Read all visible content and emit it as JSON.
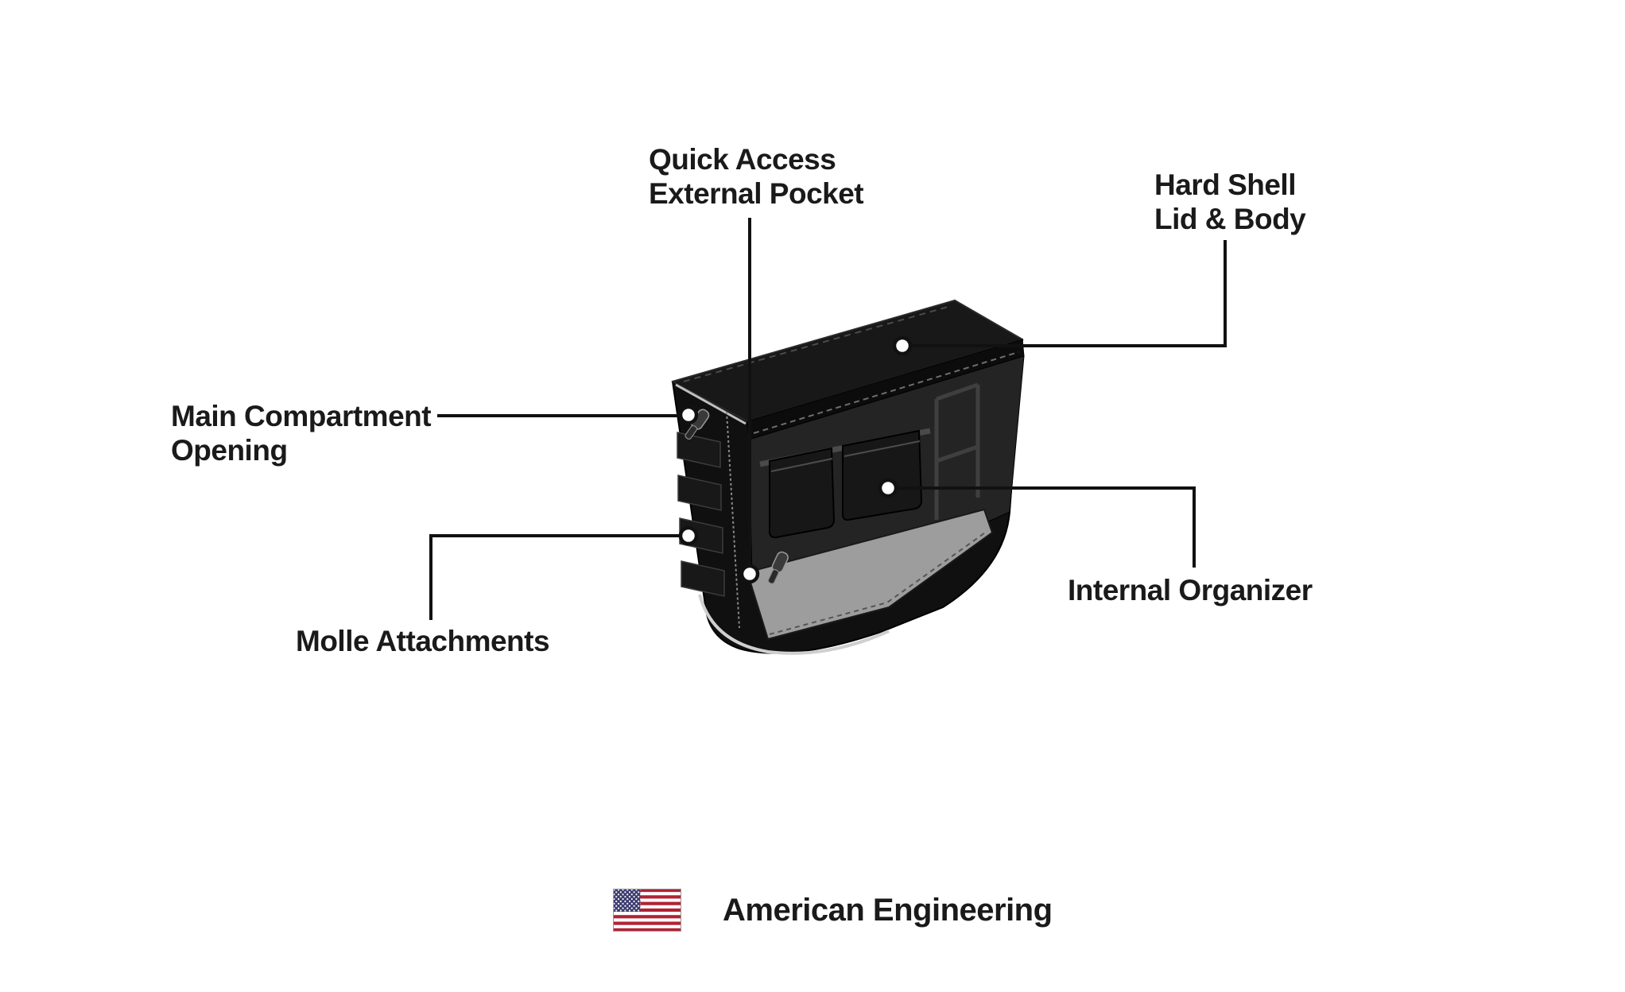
{
  "diagram": {
    "title": "Hard shell motorcycle bag feature callout diagram",
    "callouts": [
      {
        "id": "quick-access",
        "label_lines": [
          "Quick Access",
          "External Pocket"
        ]
      },
      {
        "id": "hard-shell",
        "label_lines": [
          "Hard Shell",
          "Lid & Body"
        ]
      },
      {
        "id": "main-compartment",
        "label_lines": [
          "Main Compartment",
          "Opening"
        ]
      },
      {
        "id": "molle",
        "label_lines": [
          "Molle Attachments"
        ]
      },
      {
        "id": "internal-organizer",
        "label_lines": [
          "Internal Organizer"
        ]
      }
    ],
    "footer": {
      "flag_icon": "us-flag-icon",
      "caption": "American Engineering"
    },
    "icons": [
      "us-flag-icon",
      "callout-point",
      "zipper-pull-icon"
    ],
    "colors": {
      "text": "#1a1a1a",
      "callout_line": "#111111",
      "callout_point_fill": "#ffffff",
      "bag_body": "#101010",
      "bag_lid": "#181818",
      "interior_wall": "#242424",
      "interior_floor": "#9d9d9d",
      "piping": "#cfcfcf",
      "flag_red": "#B22234",
      "flag_blue": "#3C3B6E",
      "flag_white": "#ffffff"
    }
  }
}
